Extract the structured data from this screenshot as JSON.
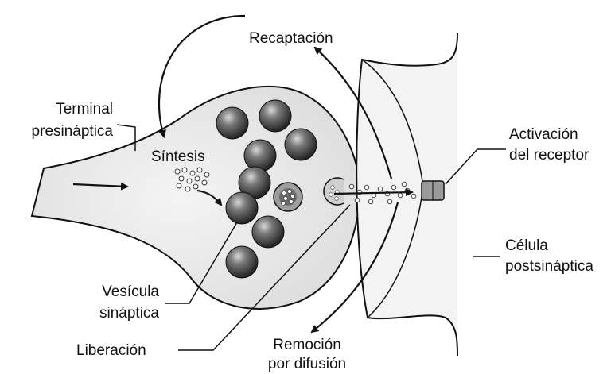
{
  "labels": {
    "recapture": "Recaptación",
    "presynaptic_terminal": [
      "Terminal",
      "presináptica"
    ],
    "synthesis": "Síntesis",
    "receptor_activation": [
      "Activación",
      "del receptor"
    ],
    "postsynaptic_cell": [
      "Célula",
      "postsináptica"
    ],
    "synaptic_vesicle": [
      "Vesícula",
      "sináptica"
    ],
    "release": "Liberación",
    "diffusion_removal": [
      "Remoción",
      "por difusión"
    ]
  },
  "colors": {
    "ink": "#111111",
    "cytoplasm": "#ececec",
    "cleft": "#f7f7f7",
    "vesicle_light": "#bdbdbd",
    "vesicle_dark": "#2b2b2b",
    "receptor": "#9a9a9a"
  }
}
